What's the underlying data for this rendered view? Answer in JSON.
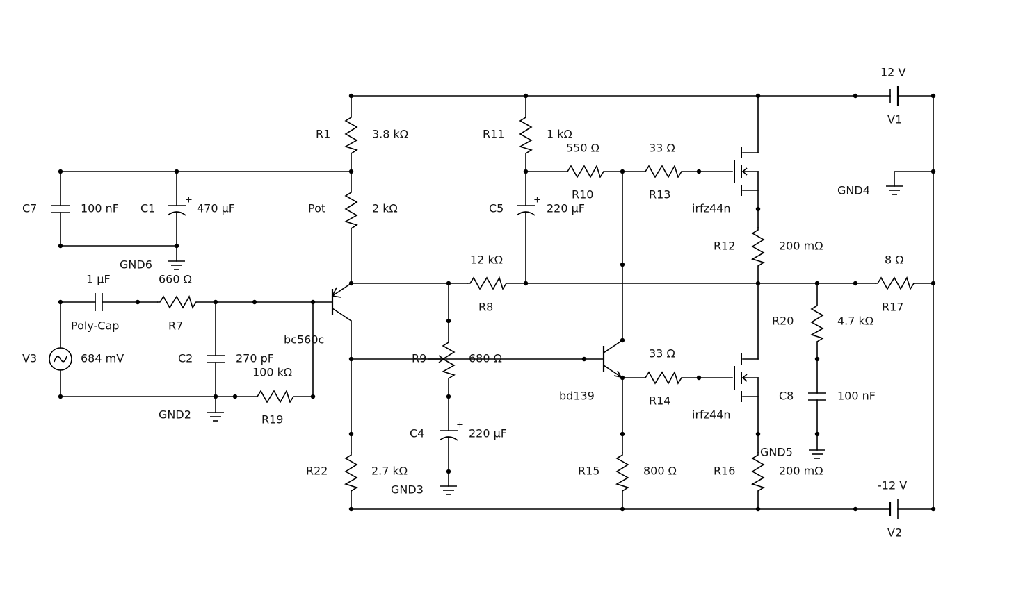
{
  "components": {
    "R1": {
      "ref": "R1",
      "value": "3.8 kΩ"
    },
    "R11": {
      "ref": "R11",
      "value": "1 kΩ"
    },
    "R10": {
      "ref": "R10",
      "value": "550 Ω"
    },
    "R13": {
      "ref": "R13",
      "value": "33 Ω"
    },
    "Pot": {
      "ref": "Pot",
      "value": "2 kΩ"
    },
    "R8": {
      "ref": "R8",
      "value": "12 kΩ"
    },
    "R7": {
      "ref": "R7",
      "value": "660 Ω"
    },
    "R19": {
      "ref": "R19",
      "value": "100 kΩ"
    },
    "R9": {
      "ref": "R9",
      "value": "680 Ω"
    },
    "R22": {
      "ref": "R22",
      "value": "2.7 kΩ"
    },
    "R12": {
      "ref": "R12",
      "value": "200 mΩ"
    },
    "R14": {
      "ref": "R14",
      "value": "33 Ω"
    },
    "R15": {
      "ref": "R15",
      "value": "800 Ω"
    },
    "R16": {
      "ref": "R16",
      "value": "200 mΩ"
    },
    "R17": {
      "ref": "R17",
      "value": "8 Ω"
    },
    "R20": {
      "ref": "R20",
      "value": "4.7 kΩ"
    },
    "C7": {
      "ref": "C7",
      "value": "100 nF"
    },
    "C1": {
      "ref": "C1",
      "value": "470 µF"
    },
    "C5": {
      "ref": "C5",
      "value": "220 µF"
    },
    "C2": {
      "ref": "C2",
      "value": "270 pF"
    },
    "C4": {
      "ref": "C4",
      "value": "220 µF"
    },
    "C8": {
      "ref": "C8",
      "value": "100 nF"
    },
    "Cin": {
      "ref": "Poly-Cap",
      "value": "1 µF"
    },
    "V1": {
      "ref": "V1",
      "value": "12 V"
    },
    "V2": {
      "ref": "V2",
      "value": "-12 V"
    },
    "V3": {
      "ref": "V3",
      "value": "684 mV"
    },
    "Q1": {
      "model": "bc560c"
    },
    "Q2": {
      "model": "bd139"
    },
    "M1": {
      "model": "irfz44n"
    },
    "M2": {
      "model": "irfz44n"
    }
  },
  "grounds": {
    "GND2": "GND2",
    "GND3": "GND3",
    "GND4": "GND4",
    "GND5": "GND5",
    "GND6": "GND6"
  },
  "style": {
    "wire_color": "#000000",
    "background": "#ffffff"
  }
}
